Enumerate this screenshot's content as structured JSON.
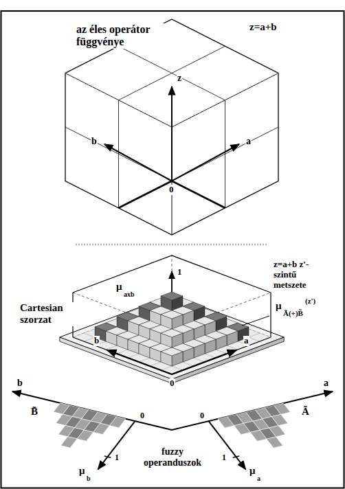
{
  "diagram": {
    "labels": [
      "az éles operátor függvénye",
      "z=a+b",
      "z",
      "b",
      "a",
      "0",
      "z=a+b z'-szintű metszete",
      "Cartesian szorzat",
      "μ",
      "axb",
      "1",
      "b",
      "a",
      "0",
      "μ",
      "Ã(+)B̃",
      "(z')",
      "b",
      "a",
      "B̃",
      "Ã",
      "0",
      "0",
      "1",
      "μ",
      "b",
      "fuzzy operanduszok",
      "1",
      "μ",
      "a"
    ]
  }
}
